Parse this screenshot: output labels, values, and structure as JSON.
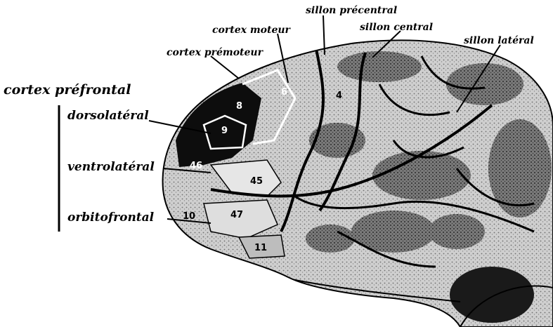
{
  "labels": {
    "prefrontal": "cortex préfrontal",
    "dorsolateral": "dorsolatéral",
    "ventrolateral": "ventrolatéral",
    "orbitofrontal": "orbitofrontal",
    "premotor": "cortex prémoteur",
    "motor": "cortex moteur",
    "precentral_sulcus": "sillon précentral",
    "central_sulcus": "sillon central",
    "lateral_sulcus": "sillon latéral"
  },
  "brodmann_areas": {
    "a8": "8",
    "a9": "9",
    "a46": "46",
    "a45": "45",
    "a47": "47",
    "a10": "10",
    "a11": "11",
    "a6": "6",
    "a4": "4"
  },
  "colors": {
    "ink": "#000000",
    "cortex_light": "#d9d9d9",
    "cortex_mid": "#9a9a9a",
    "cortex_dark": "#3a3a3a",
    "prefrontal_fill": "#0d0d0d"
  }
}
